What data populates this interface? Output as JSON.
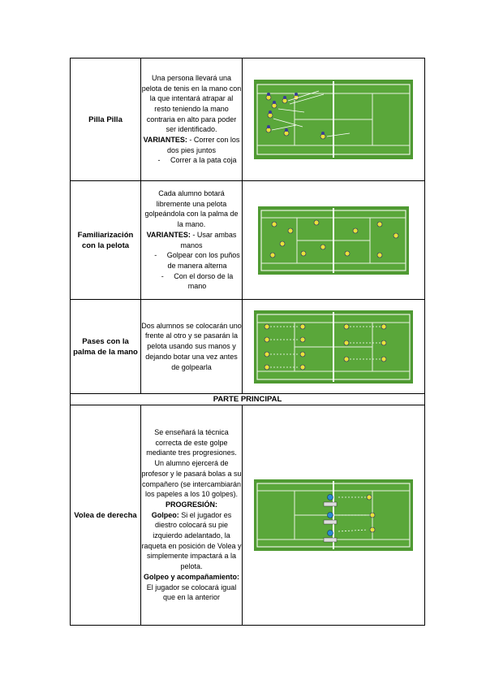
{
  "rows": [
    {
      "name": "Pilla Pilla",
      "lines": [
        "Una persona llevará una pelota de tenis en la mano con la que intentará atrapar al resto teniendo la mano contraria en alto para poder ser identificado."
      ],
      "variants_label": "VARIANTES:",
      "variants_first": " - Correr con los dos pies juntos",
      "dashes": [
        "Correr a la pata coja"
      ],
      "figure_icon": "tennis-court-chase-drill"
    },
    {
      "name": "Familiarización con la pelota",
      "lines": [
        "Cada alumno botará libremente una pelota golpeándola con la palma de la mano."
      ],
      "variants_label": "VARIANTES:",
      "variants_first": " - Usar ambas manos",
      "dashes": [
        "Golpear con los puños de manera alterna",
        "Con el dorso de la mano"
      ],
      "figure_icon": "tennis-court-bouncing-drill"
    },
    {
      "name": "Pases con la palma de la mano",
      "lines": [
        "Dos alumnos se colocarán uno frente al otro y se pasarán la pelota usando sus manos y dejando botar una vez antes de golpearla"
      ],
      "figure_icon": "tennis-court-passing-drill"
    }
  ],
  "section_title": "PARTE PRINCIPAL",
  "main_row": {
    "name": "Volea de derecha",
    "intro": "Se enseñará la técnica correcta de este golpe mediante tres progresiones. Un alumno ejercerá de profesor y le pasará bolas a su compañero (se intercambiarán los papeles a los 10 golpes).",
    "progression_label": "PROGRESIÓN:",
    "golpeo_label": "Golpeo:",
    "golpeo_text": " Si el jugador es diestro colocará su pie izquierdo adelantado, la raqueta en posición de Volea y simplemente impactará a la pelota.",
    "golpeo2_label": "Golpeo y acompañamiento:",
    "golpeo2_text": " El jugador se colocará igual que en la anterior",
    "figure_icon": "tennis-court-volley-drill"
  }
}
